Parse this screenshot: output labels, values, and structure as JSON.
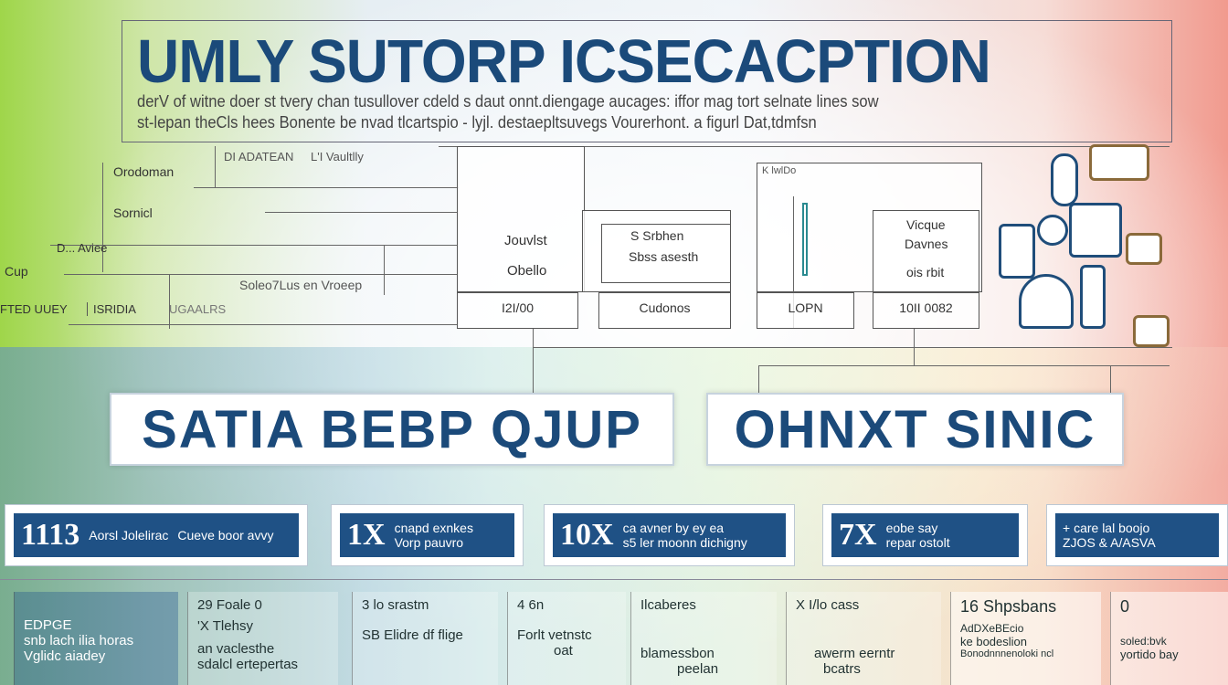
{
  "header": {
    "title": "UMLY SUTORP ICSECACPTION",
    "subtitle_1": "derV of witne doer  st tvery chan tusullover cdeld s daut onnt.diengage aucages: iffor mag tort selnate lines sow",
    "subtitle_2": "st-lepan theCls hees Bonente  be nvad tlcartspio - lyjl. destaepltsuvegs Vourerhont. a figurl Dat,tdmfsn"
  },
  "diagram_labels": {
    "l1": "Orodoman",
    "l2": "Sornicl",
    "l3": "D... Aviee",
    "l4": "Cup",
    "l5": "FTED UUEY",
    "l6": "ISRIDIA",
    "l7": "Soleo7Lus en Vroeep",
    "l8": "DI ADATEAN",
    "l9": "L'I Vaultlly",
    "l10": "UGAALRS"
  },
  "boxes": {
    "b1_a": "Jouvlst",
    "b1_b": "Obello",
    "b1_foot": "I2I/00",
    "b2_a": "S Srbhen",
    "b2_b": "Sbss asesth",
    "b2_foot": "Cudonos",
    "b3_head": "K lwlDo",
    "b3_foot": "LOPN",
    "b4_a": "Vicque",
    "b4_b": "Davnes",
    "b4_c": "ois rbit",
    "b4_foot": "10II 0082"
  },
  "banners": [
    "SATIA BEBP QJUP",
    "OHNXT SINIC"
  ],
  "cards": [
    {
      "big": "1113",
      "l1": "Aorsl Jolelirac",
      "l2": "Cueve boor avvy"
    },
    {
      "big": "1X",
      "l1": "cnapd exnkes",
      "l2": "Vorp pauvro"
    },
    {
      "big": "10X",
      "l1": "ca avner  by ey ea",
      "l2": "s5 ler moonn dichigny"
    },
    {
      "big": "7X",
      "l1": "eobe say",
      "l2": "repar ostolt"
    },
    {
      "big": "",
      "l1": "+ care lal boojo",
      "l2": "ZJOS & A/ASVA"
    }
  ],
  "columns": [
    {
      "h": "",
      "a": "EDPGE",
      "b": "snb lach ilia horas",
      "c": "Vglidc aiadey"
    },
    {
      "h": "29  Foale  0",
      "a": "'X Tlehsy",
      "b": "an vaclesthe",
      "c": "sdalcl ertepertas"
    },
    {
      "h": "3 lo srastm",
      "a": "SB Elidre df flige",
      "b": "",
      "c": ""
    },
    {
      "h": "4 6n",
      "a": "Forlt vetnstc",
      "b": "oat",
      "c": ""
    },
    {
      "h": "Ilcaberes",
      "a": "",
      "b": "blamessbon",
      "c": "peelan"
    },
    {
      "h": "X I/lo cass",
      "a": "",
      "b": "awerm eerntr",
      "c": "bcatrs"
    },
    {
      "h": "16  Shpsbans",
      "a": "AdDXeBEcio",
      "b": "ke bodeslion",
      "c": "Bonodnnnenoloki ncl"
    },
    {
      "h": "0",
      "a": "",
      "b": "soled:bvk",
      "c": "yortido bay"
    }
  ],
  "colors": {
    "navy": "#1b4a7a",
    "card": "#1f5185"
  }
}
